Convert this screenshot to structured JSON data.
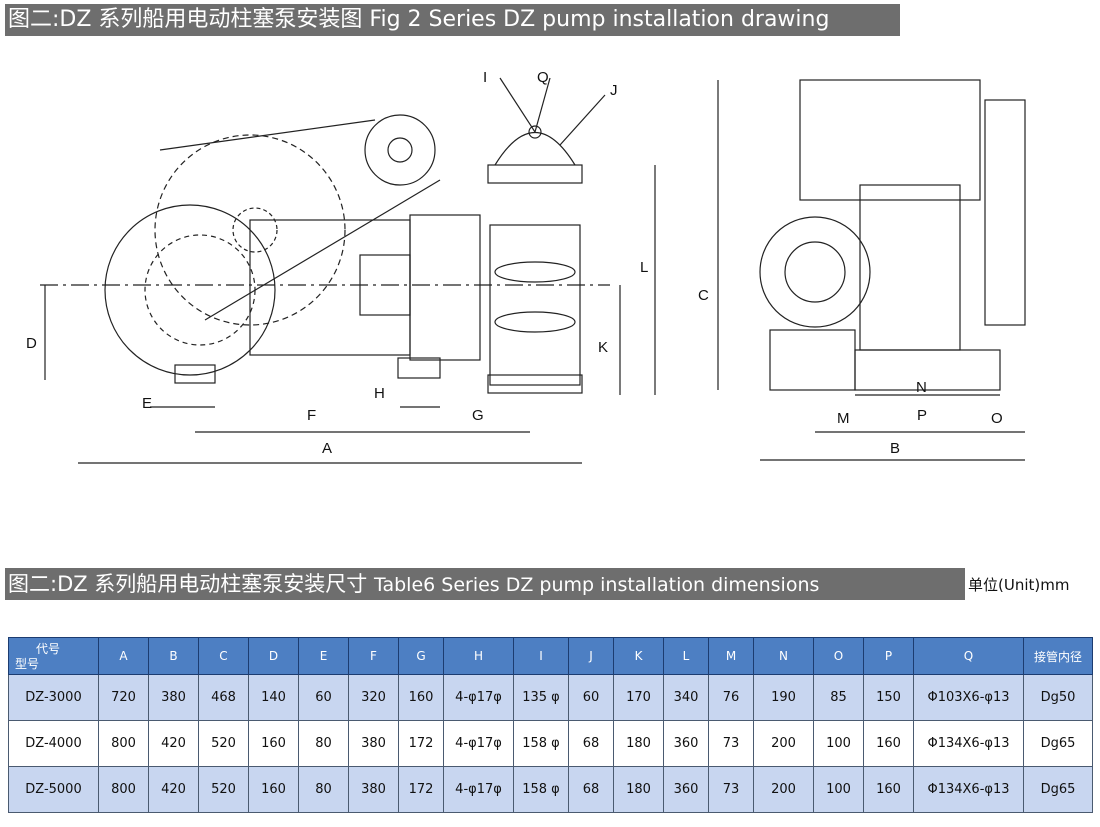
{
  "title_top": "图二:DZ 系列船用电动柱塞泵安装图 Fig 2  Series DZ pump installation drawing",
  "title_table": {
    "cn": "图二:DZ 系列船用电动柱塞泵安装尺寸",
    "en": "Table6 Series DZ pump installation dimensions"
  },
  "unit": "单位(Unit)mm",
  "drawing_labels": {
    "I": "I",
    "Q": "Q",
    "J": "J",
    "L": "L",
    "K": "K",
    "D": "D",
    "E": "E",
    "H": "H",
    "F": "F",
    "G": "G",
    "A": "A",
    "C": "C",
    "N": "N",
    "M": "M",
    "P": "P",
    "O": "O",
    "B": "B"
  },
  "table": {
    "corner_top": "代号",
    "corner_bottom": "型号",
    "headers": [
      "A",
      "B",
      "C",
      "D",
      "E",
      "F",
      "G",
      "H",
      "I",
      "J",
      "K",
      "L",
      "M",
      "N",
      "O",
      "P",
      "Q",
      "接管内径"
    ],
    "rows": [
      [
        "DZ-3000",
        "720",
        "380",
        "468",
        "140",
        "60",
        "320",
        "160",
        "4-φ17φ",
        "135 φ",
        "60",
        "170",
        "340",
        "76",
        "190",
        "85",
        "150",
        "Φ103X6-φ13",
        "Dg50"
      ],
      [
        "DZ-4000",
        "800",
        "420",
        "520",
        "160",
        "80",
        "380",
        "172",
        "4-φ17φ",
        "158 φ",
        "68",
        "180",
        "360",
        "73",
        "200",
        "100",
        "160",
        "Φ134X6-φ13",
        "Dg65"
      ],
      [
        "DZ-5000",
        "800",
        "420",
        "520",
        "160",
        "80",
        "380",
        "172",
        "4-φ17φ",
        "158 φ",
        "68",
        "180",
        "360",
        "73",
        "200",
        "100",
        "160",
        "Φ134X6-φ13",
        "Dg65"
      ]
    ]
  }
}
